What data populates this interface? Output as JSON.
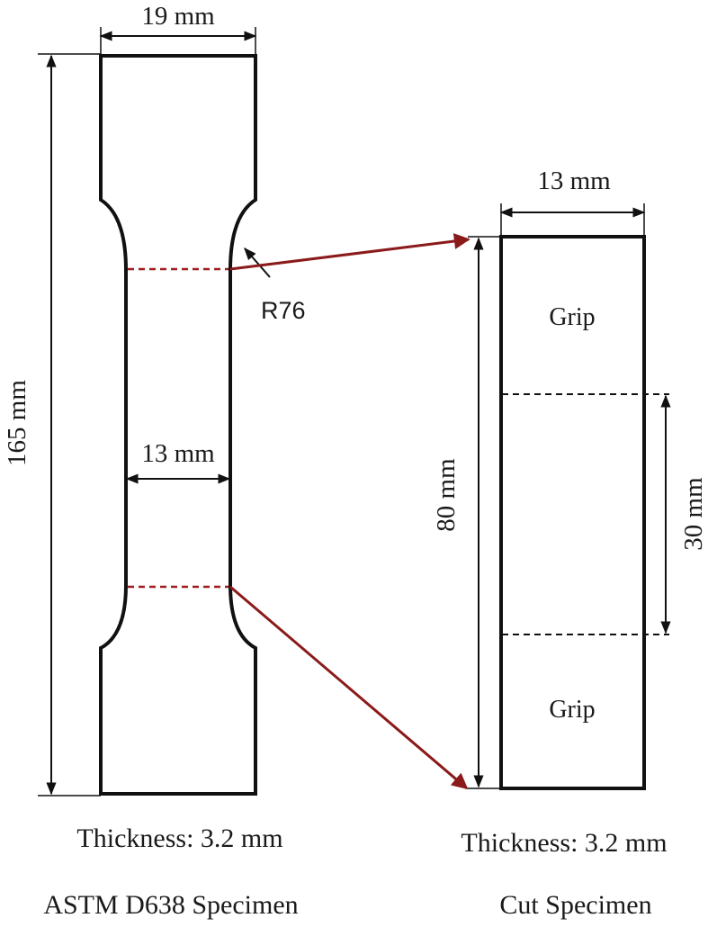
{
  "left_specimen": {
    "width_top": "19 mm",
    "length": "165 mm",
    "gauge_width": "13 mm",
    "radius": "R76",
    "thickness": "Thickness: 3.2 mm",
    "caption": "ASTM D638 Specimen"
  },
  "right_specimen": {
    "width": "13 mm",
    "length": "80 mm",
    "gauge_length": "30 mm",
    "grip_top": "Grip",
    "grip_bottom": "Grip",
    "thickness": "Thickness: 3.2 mm",
    "caption": "Cut Specimen"
  },
  "colors": {
    "outline": "#111111",
    "cut_line": "#a01c1c",
    "arrow": "#8b1a1a"
  }
}
